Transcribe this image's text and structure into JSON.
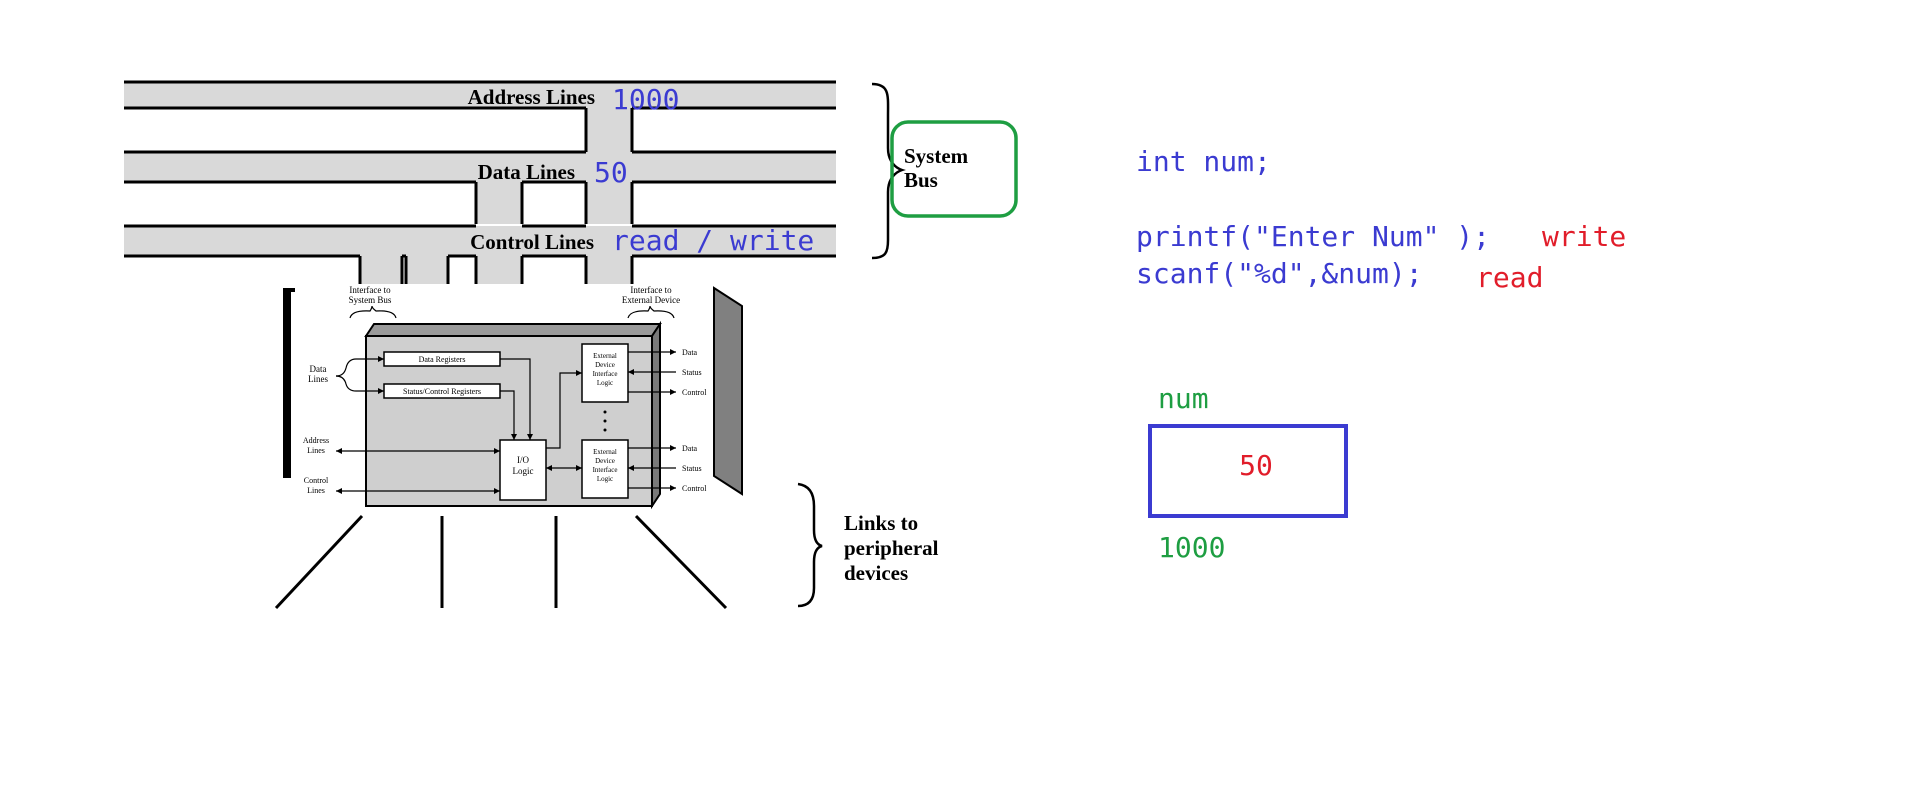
{
  "bus": {
    "address_label": "Address Lines",
    "address_value": "1000",
    "data_label": "Data Lines",
    "data_value": "50",
    "control_label": "Control Lines",
    "control_value": "read / write",
    "system_bus_line1": "System",
    "system_bus_line2": "Bus"
  },
  "module": {
    "iface_system_line1": "Interface to",
    "iface_system_line2": "System Bus",
    "iface_external_line1": "Interface to",
    "iface_external_line2": "External Device",
    "data_lines_line1": "Data",
    "data_lines_line2": "Lines",
    "address_lines_line1": "Address",
    "address_lines_line2": "Lines",
    "control_lines_line1": "Control",
    "control_lines_line2": "Lines",
    "data_registers": "Data Registers",
    "status_registers": "Status/Control Registers",
    "io_logic_line1": "I/O",
    "io_logic_line2": "Logic",
    "ext_logic_line1": "External",
    "ext_logic_line2": "Device",
    "ext_logic_line3": "Interface",
    "ext_logic_line4": "Logic",
    "sig_data": "Data",
    "sig_status": "Status",
    "sig_control": "Control"
  },
  "links": {
    "line1": "Links to",
    "line2": "peripheral",
    "line3": "devices"
  },
  "code": {
    "line1": "int num;",
    "line2": "printf(\"Enter Num\" );",
    "line2_note": "write",
    "line3": "scanf(\"%d\",&num);",
    "line3_note": "read"
  },
  "memory": {
    "var_name": "num",
    "value": "50",
    "address": "1000"
  },
  "colors": {
    "handwriting_blue": "#3b3bd1",
    "handwriting_red": "#e11d2a",
    "handwriting_green": "#1e9e42",
    "bus_fill": "#d9d9d9",
    "module_fill": "#cfcfcf"
  }
}
